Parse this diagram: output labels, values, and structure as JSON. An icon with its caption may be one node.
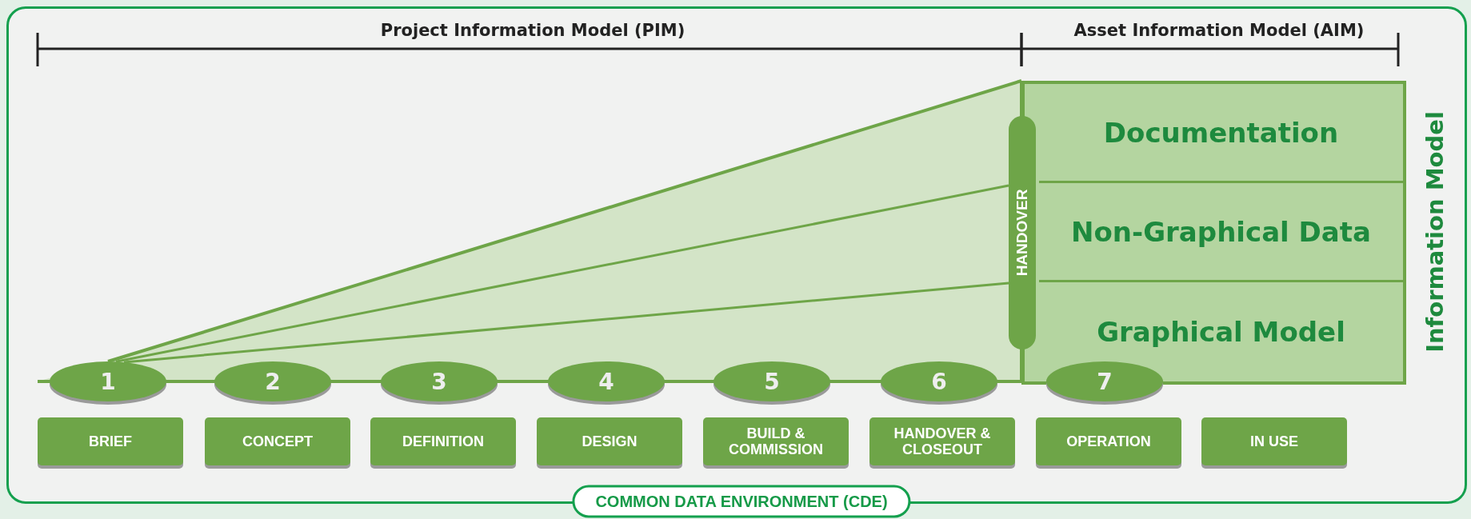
{
  "diagram": {
    "nodes": [
      {
        "text": [
          "COMMON DATA ENVIRONMENT (CDE)"
        ]
      },
      {
        "text": [
          "Information Model"
        ],
        "in": 0
      },
      {
        "text": [
          "Documentation"
        ],
        "in": 1
      },
      {
        "text": [
          "Non-Graphical Data"
        ],
        "in": 1
      },
      {
        "text": [
          "Graphical Model"
        ],
        "in": 1
      },
      {
        "text": [
          "HANDOVER"
        ],
        "in": 0
      },
      {
        "text": [
          "1"
        ],
        "in": 0
      },
      {
        "text": [
          "2"
        ],
        "in": 0
      },
      {
        "text": [
          "3"
        ],
        "in": 0
      },
      {
        "text": [
          "4"
        ],
        "in": 0
      },
      {
        "text": [
          "5"
        ],
        "in": 0
      },
      {
        "text": [
          "6"
        ],
        "in": 0
      },
      {
        "text": [
          "7"
        ],
        "in": 0
      },
      {
        "text": [
          "BRIEF"
        ],
        "in": 0
      },
      {
        "text": [
          "CONCEPT"
        ],
        "in": 0
      },
      {
        "text": [
          "DEFINITION"
        ],
        "in": 0
      },
      {
        "text": [
          "DESIGN"
        ],
        "in": 0
      },
      {
        "text": [
          "BUILD & COMMISSION"
        ],
        "in": 0
      },
      {
        "text": [
          "HANDOVER & CLOSEOUT"
        ],
        "in": 0
      },
      {
        "text": [
          "OPERATION"
        ],
        "in": 0
      },
      {
        "text": [
          "IN USE"
        ],
        "in": 0
      }
    ],
    "edges": [
      {
        "from": 6,
        "to": 1,
        "arrow": "none"
      },
      {
        "from": 6,
        "to": 5,
        "arrow": "none"
      },
      {
        "from": 6,
        "to": 5,
        "arrow": "none"
      }
    ],
    "labels": [
      "Project Information Model (PIM)",
      "Asset Information Model (AIM)"
    ]
  }
}
